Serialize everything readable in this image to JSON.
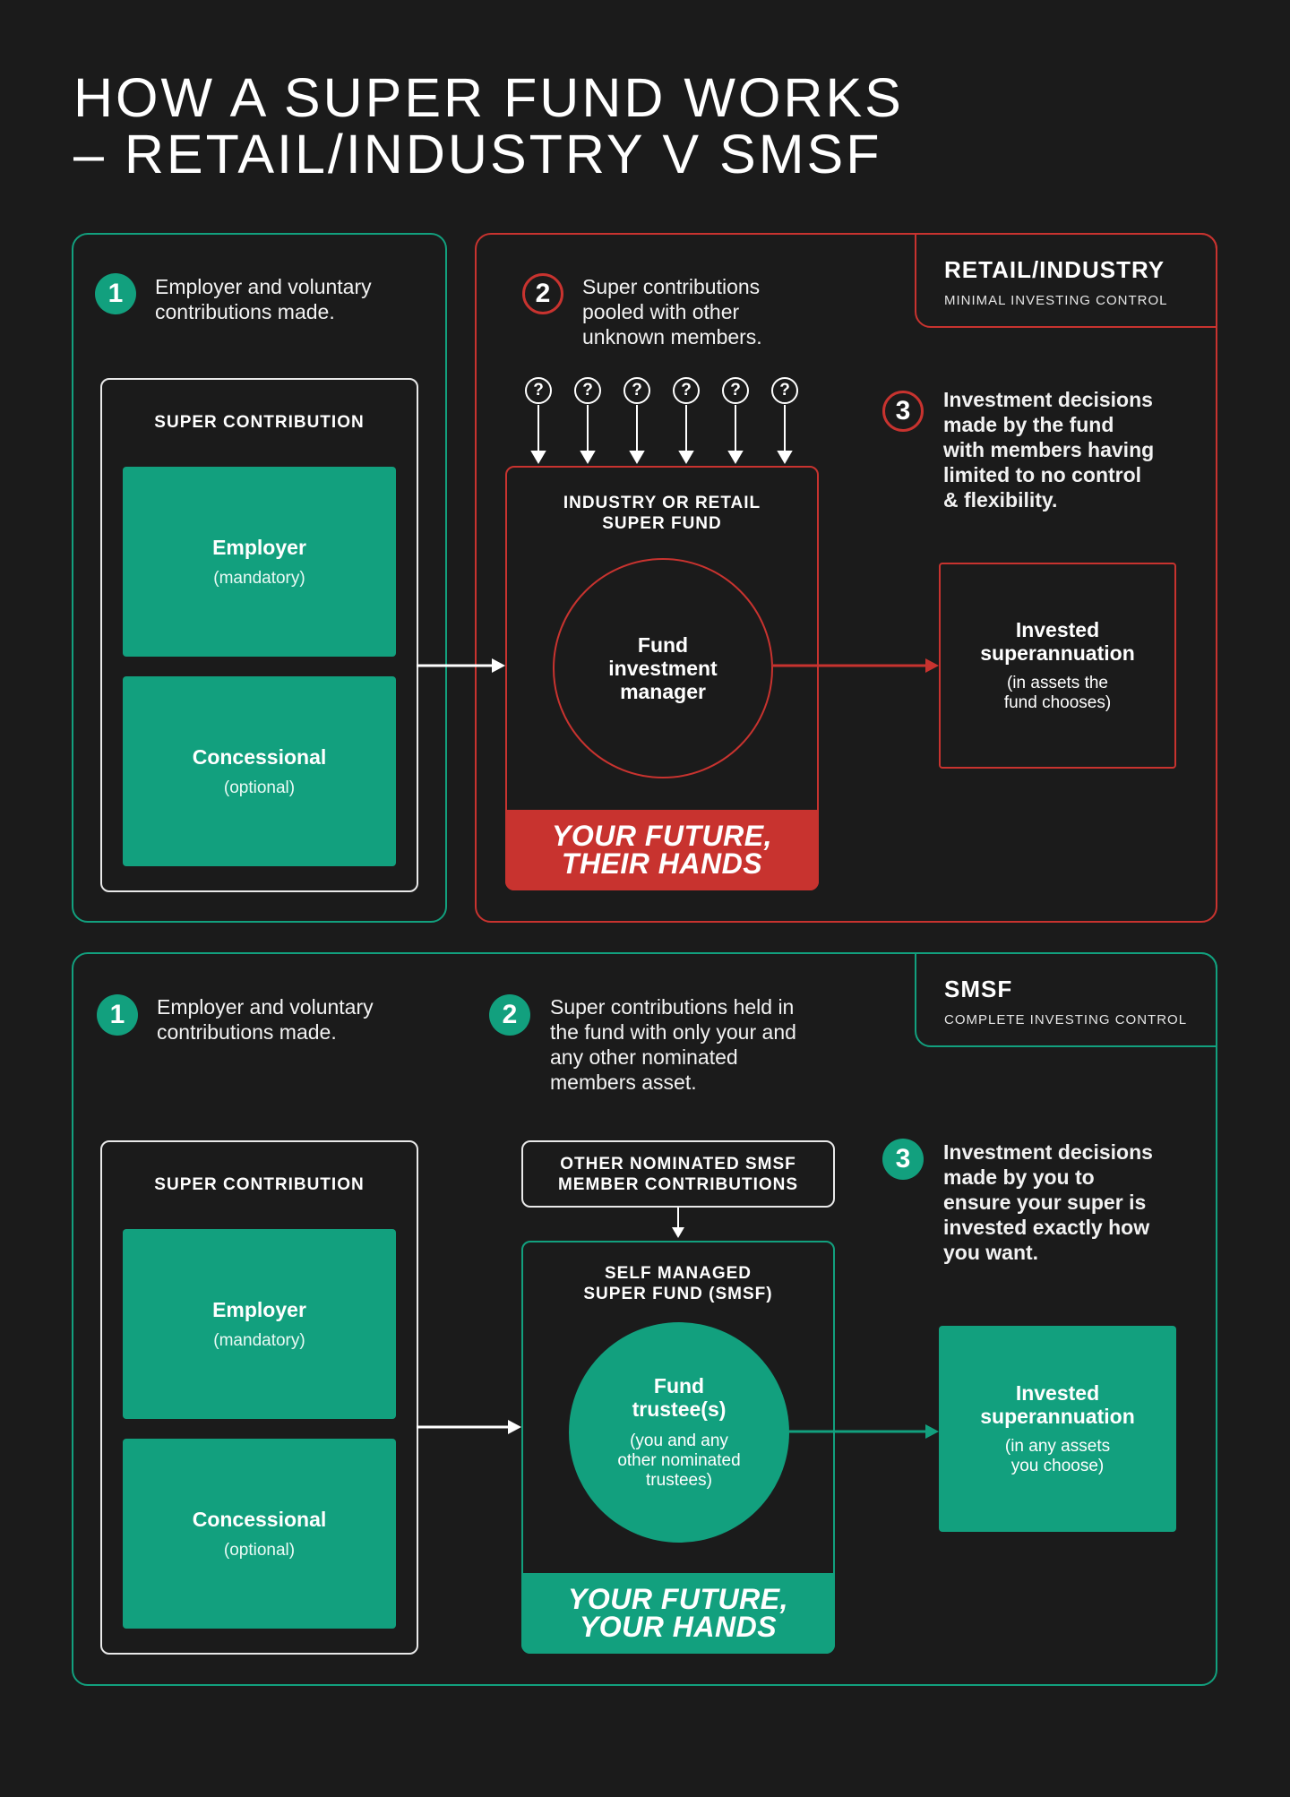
{
  "title": {
    "line1": "HOW A SUPER FUND WORKS",
    "line2": "– RETAIL/INDUSTRY V SMSF"
  },
  "colors": {
    "background": "#1b1b1b",
    "green": "#12a07e",
    "red": "#c8332f",
    "white": "#ffffff"
  },
  "retail": {
    "tag_title": "RETAIL/INDUSTRY",
    "tag_sub": "MINIMAL INVESTING CONTROL",
    "step1": {
      "num": "1",
      "text": "Employer and voluntary\ncontributions made."
    },
    "step2": {
      "num": "2",
      "text": "Super contributions\npooled with other\nunknown members."
    },
    "step3": {
      "num": "3",
      "text": "Investment decisions\nmade by the fund\nwith members having\nlimited to no control\n& flexibility."
    },
    "contribution_label": "SUPER CONTRIBUTION",
    "employer_title": "Employer",
    "employer_sub": "(mandatory)",
    "concessional_title": "Concessional",
    "concessional_sub": "(optional)",
    "unknown_member_icon": "question-mark-icon",
    "unknown_member_mark": "?",
    "fund_label": "INDUSTRY OR RETAIL\nSUPER FUND",
    "manager": "Fund\ninvestment\nmanager",
    "slogan": "YOUR FUTURE,\nTHEIR HANDS",
    "invested_title": "Invested\nsuperannuation",
    "invested_sub": "(in assets the\nfund chooses)"
  },
  "smsf": {
    "tag_title": "SMSF",
    "tag_sub": "COMPLETE INVESTING CONTROL",
    "step1": {
      "num": "1",
      "text": "Employer and voluntary\ncontributions made."
    },
    "step2": {
      "num": "2",
      "text": "Super contributions held in\nthe fund with only your and\nany other nominated\nmembers asset."
    },
    "step3": {
      "num": "3",
      "text": "Investment decisions\nmade by you to\nensure your super is\ninvested exactly how\nyou want."
    },
    "contribution_label": "SUPER CONTRIBUTION",
    "employer_title": "Employer",
    "employer_sub": "(mandatory)",
    "concessional_title": "Concessional",
    "concessional_sub": "(optional)",
    "other_members": "OTHER NOMINATED SMSF\nMEMBER CONTRIBUTIONS",
    "fund_label": "SELF MANAGED\nSUPER FUND (SMSF)",
    "trustee_title": "Fund\ntrustee(s)",
    "trustee_sub": "(you and any\nother nominated\ntrustees)",
    "slogan": "YOUR FUTURE,\nYOUR HANDS",
    "invested_title": "Invested\nsuperannuation",
    "invested_sub": "(in any assets\nyou choose)"
  }
}
